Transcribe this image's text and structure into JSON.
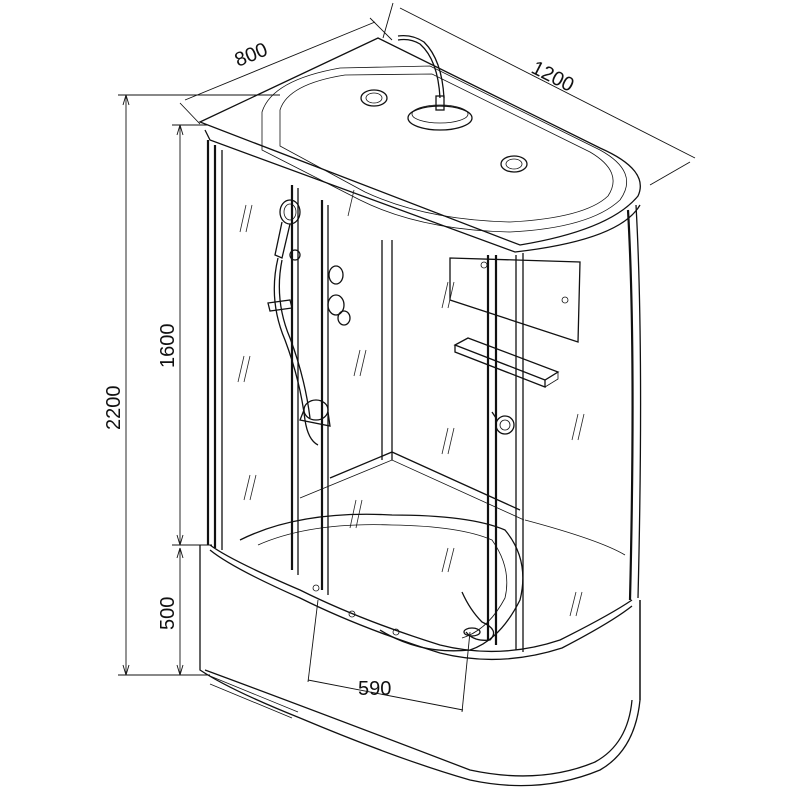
{
  "dimensions": {
    "depth": "800",
    "width": "1200",
    "total_height": "2200",
    "cabin_height": "1600",
    "tray_height": "500",
    "seat_width": "590"
  },
  "colors": {
    "line": "#111111",
    "background": "#ffffff"
  }
}
